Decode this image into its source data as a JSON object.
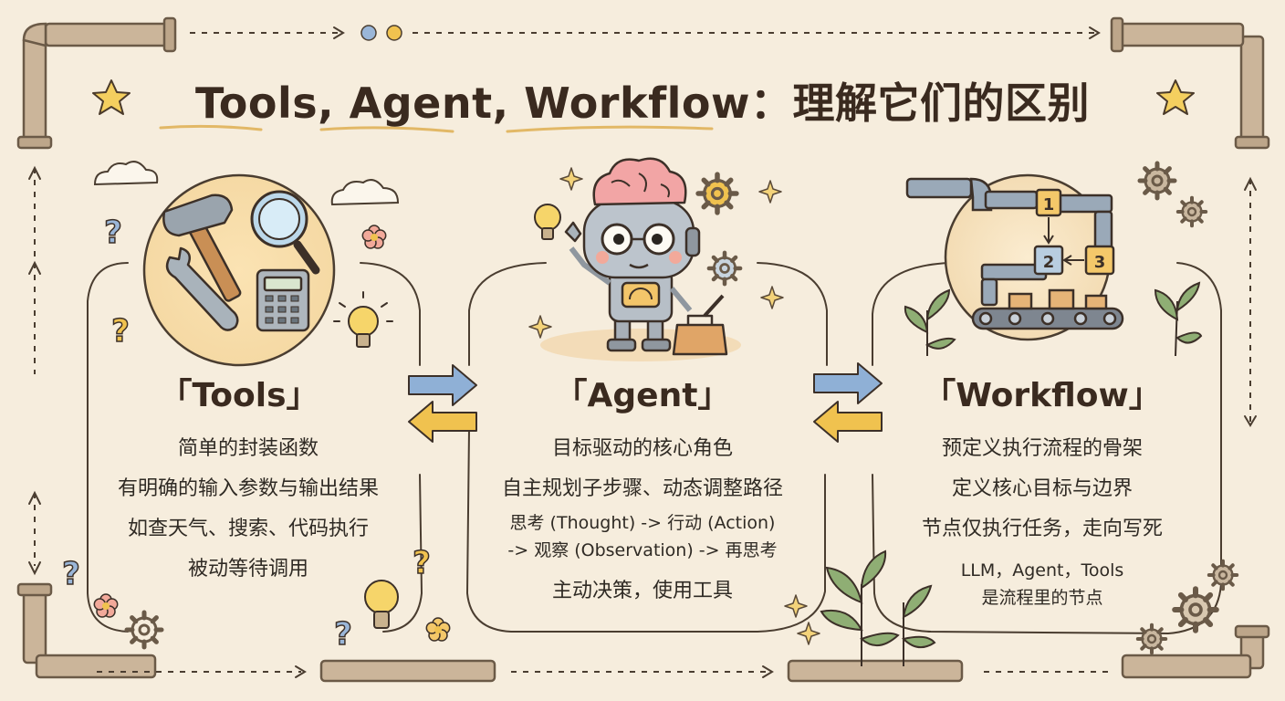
{
  "title": "Tools, Agent, Workflow：理解它们的区别",
  "columns": [
    {
      "heading": "「Tools」",
      "lines": [
        "简单的封装函数",
        "有明确的输入参数与输出结果",
        "如查天气、搜索、代码执行",
        "被动等待调用"
      ]
    },
    {
      "heading": "「Agent」",
      "lines": [
        "目标驱动的核心角色",
        "自主规划子步骤、动态调整路径",
        "思考 (Thought) -> 行动 (Action)",
        "-> 观察 (Observation) -> 再思考",
        "主动决策，使用工具"
      ]
    },
    {
      "heading": "「Workflow」",
      "lines": [
        "预定义执行流程的骨架",
        "定义核心目标与边界",
        "节点仅执行任务，走向写死",
        "LLM，Agent，Tools",
        "是流程里的节点"
      ]
    }
  ],
  "workflow_steps": [
    "1",
    "2",
    "3"
  ],
  "colors": {
    "background": "#f6eddd",
    "ink": "#3a2a1f",
    "arrow_blue": "#8fb0d6",
    "arrow_yellow": "#f0c24f",
    "pipe": "#b9a184"
  },
  "icons": [
    "star-icon",
    "cloud-icon",
    "hammer-icon",
    "magnifier-icon",
    "wrench-icon",
    "calculator-icon",
    "question-icon",
    "lightbulb-icon",
    "flower-icon",
    "robot-icon",
    "gear-icon",
    "toolbox-icon",
    "sparkle-icon",
    "pipe-icon",
    "conveyor-icon",
    "plant-icon"
  ]
}
